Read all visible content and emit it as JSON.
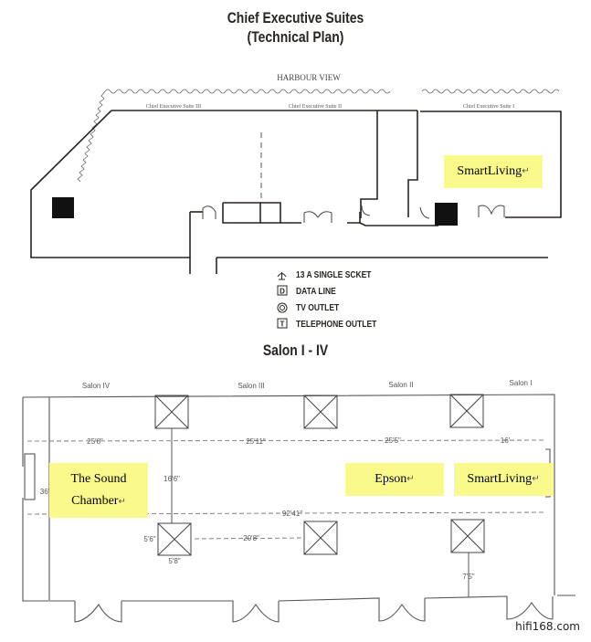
{
  "titles": {
    "main": "Chief Executive Suites",
    "subtitle": "(Technical Plan)",
    "salon": "Salon I - IV"
  },
  "upper_plan": {
    "view_label": "HARBOUR VIEW",
    "suites": [
      "Chief Executive Suite III",
      "Chief Executive Suite II",
      "Chief Executive Suite I"
    ]
  },
  "legend": {
    "items": [
      {
        "icon": "socket-icon",
        "label": "13 A SINGLE SCKET"
      },
      {
        "icon": "data-line-icon",
        "label": "DATA LINE"
      },
      {
        "icon": "tv-outlet-icon",
        "label": "TV OUTLET"
      },
      {
        "icon": "telephone-outlet-icon",
        "label": "TELEPHONE OUTLET"
      }
    ],
    "symbols": {
      "data": "D",
      "telephone": "T"
    }
  },
  "lower_plan": {
    "salons": [
      "Salon IV",
      "Salon III",
      "Salon II",
      "Salon I"
    ],
    "dimensions": {
      "d1": "25'8\"",
      "d2": "25'11\"",
      "d3": "25'5\"",
      "d4": "16'",
      "height": "16'6\"",
      "left_width": "36'",
      "total": "92'41\"",
      "pillar_h": "5'6\"",
      "pillar_w": "5'8\"",
      "gap": "20'8\"",
      "bottom": "7'5\""
    }
  },
  "tags": {
    "upper_smartliving": "SmartLiving",
    "sound_chamber_line1": "The Sound",
    "sound_chamber_line2": "Chamber",
    "epson": "Epson",
    "lower_smartliving": "SmartLiving",
    "return_mark": "↵"
  },
  "colors": {
    "highlight": "#fafa8c",
    "line": "#2a2420"
  },
  "watermark": "hifi168.com"
}
